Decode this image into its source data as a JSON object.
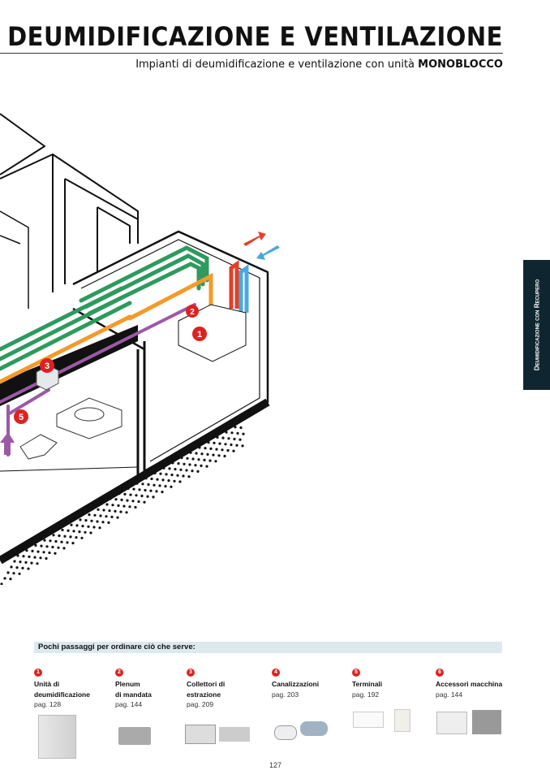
{
  "header": {
    "title": "DEUMIDIFICAZIONE E VENTILAZIONE",
    "subtitle_prefix": "Impianti di deumidificazione e ventilazione con unità ",
    "subtitle_bold": "MONOBLOCCO"
  },
  "side_tab": "Deumidificazione con Recupero",
  "diagram": {
    "badges": [
      "1",
      "2",
      "3",
      "5"
    ],
    "colors": {
      "green": "#2e9a5e",
      "orange": "#f39a2b",
      "purple": "#9b5aa6",
      "red": "#e2402a",
      "blue": "#4aa8de"
    }
  },
  "steps": {
    "heading": "Pochi passaggi  per ordinare ciò che serve:",
    "items": [
      {
        "num": "1",
        "title": "Unità di\ndeumidificazione",
        "page": "pag. 128"
      },
      {
        "num": "2",
        "title": "Plenum\ndi mandata",
        "page": "pag. 144"
      },
      {
        "num": "3",
        "title": "Collettori di\nestrazione",
        "page": "pag. 209"
      },
      {
        "num": "4",
        "title": "Canalizzazioni",
        "page": "pag. 203"
      },
      {
        "num": "5",
        "title": "Terminali",
        "page": "pag. 192"
      },
      {
        "num": "6",
        "title": "Accessori macchina",
        "page": "pag. 144"
      }
    ]
  },
  "page_number": "127"
}
